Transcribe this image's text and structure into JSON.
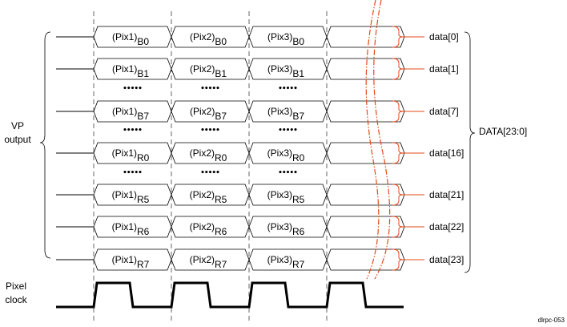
{
  "rows": [
    {
      "bit": "B0",
      "data_label": "data[0]"
    },
    {
      "bit": "B1",
      "data_label": "data[1]"
    },
    {
      "bit": "B7",
      "data_label": "data[7]"
    },
    {
      "bit": "R0",
      "data_label": "data[16]"
    },
    {
      "bit": "R5",
      "data_label": "data[21]"
    },
    {
      "bit": "R6",
      "data_label": "data[22]"
    },
    {
      "bit": "R7",
      "data_label": "data[23]"
    }
  ],
  "pixels": [
    "(Pix1)",
    "(Pix2)",
    "(Pix3)"
  ],
  "ellipsis": "•••••",
  "left_label": [
    "VP",
    "output"
  ],
  "bus_label": "DATA[23:0]",
  "clock_label": [
    "Pixel",
    "clock"
  ],
  "figure_id": "dlrpc-053",
  "colors": {
    "line": "#000000",
    "accent": "#e34a1a"
  }
}
